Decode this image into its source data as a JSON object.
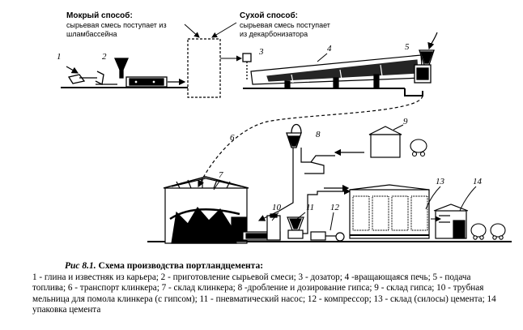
{
  "wet_method": {
    "title": "Мокрый способ:",
    "line1": "сырьевая смесь поступает из",
    "line2": "шламбассейна"
  },
  "dry_method": {
    "title": "Сухой способ:",
    "line1": "сырьевая смесь поступает",
    "line2": "из декарбонизатора"
  },
  "callouts": [
    "1",
    "2",
    "3",
    "4",
    "5",
    "6",
    "7",
    "8",
    "9",
    "10",
    "11",
    "12",
    "13",
    "14"
  ],
  "caption": {
    "fig_number": "Рис 8.1.",
    "title": "Схема производства портландцемента:",
    "legend_line1": "1 - глина и известняк из карьера; 2 - приготовление сырьевой смеси; 3 - дозатор; 4 -вращающаяся печь; 5 - подача",
    "legend_line2": "топлива; 6 - транспорт клинкера; 7 - склад клинкера; 8 -дробление и дозирование гипса; 9 - склад гипса; 10 - трубная",
    "legend_line3": "мельница для помола клинкера (с гипсом); 11 - пневматический насос; 12 - компрессор; 13 - склад (силосы) цемента; 14",
    "legend_line4": "упаковка цемента"
  }
}
